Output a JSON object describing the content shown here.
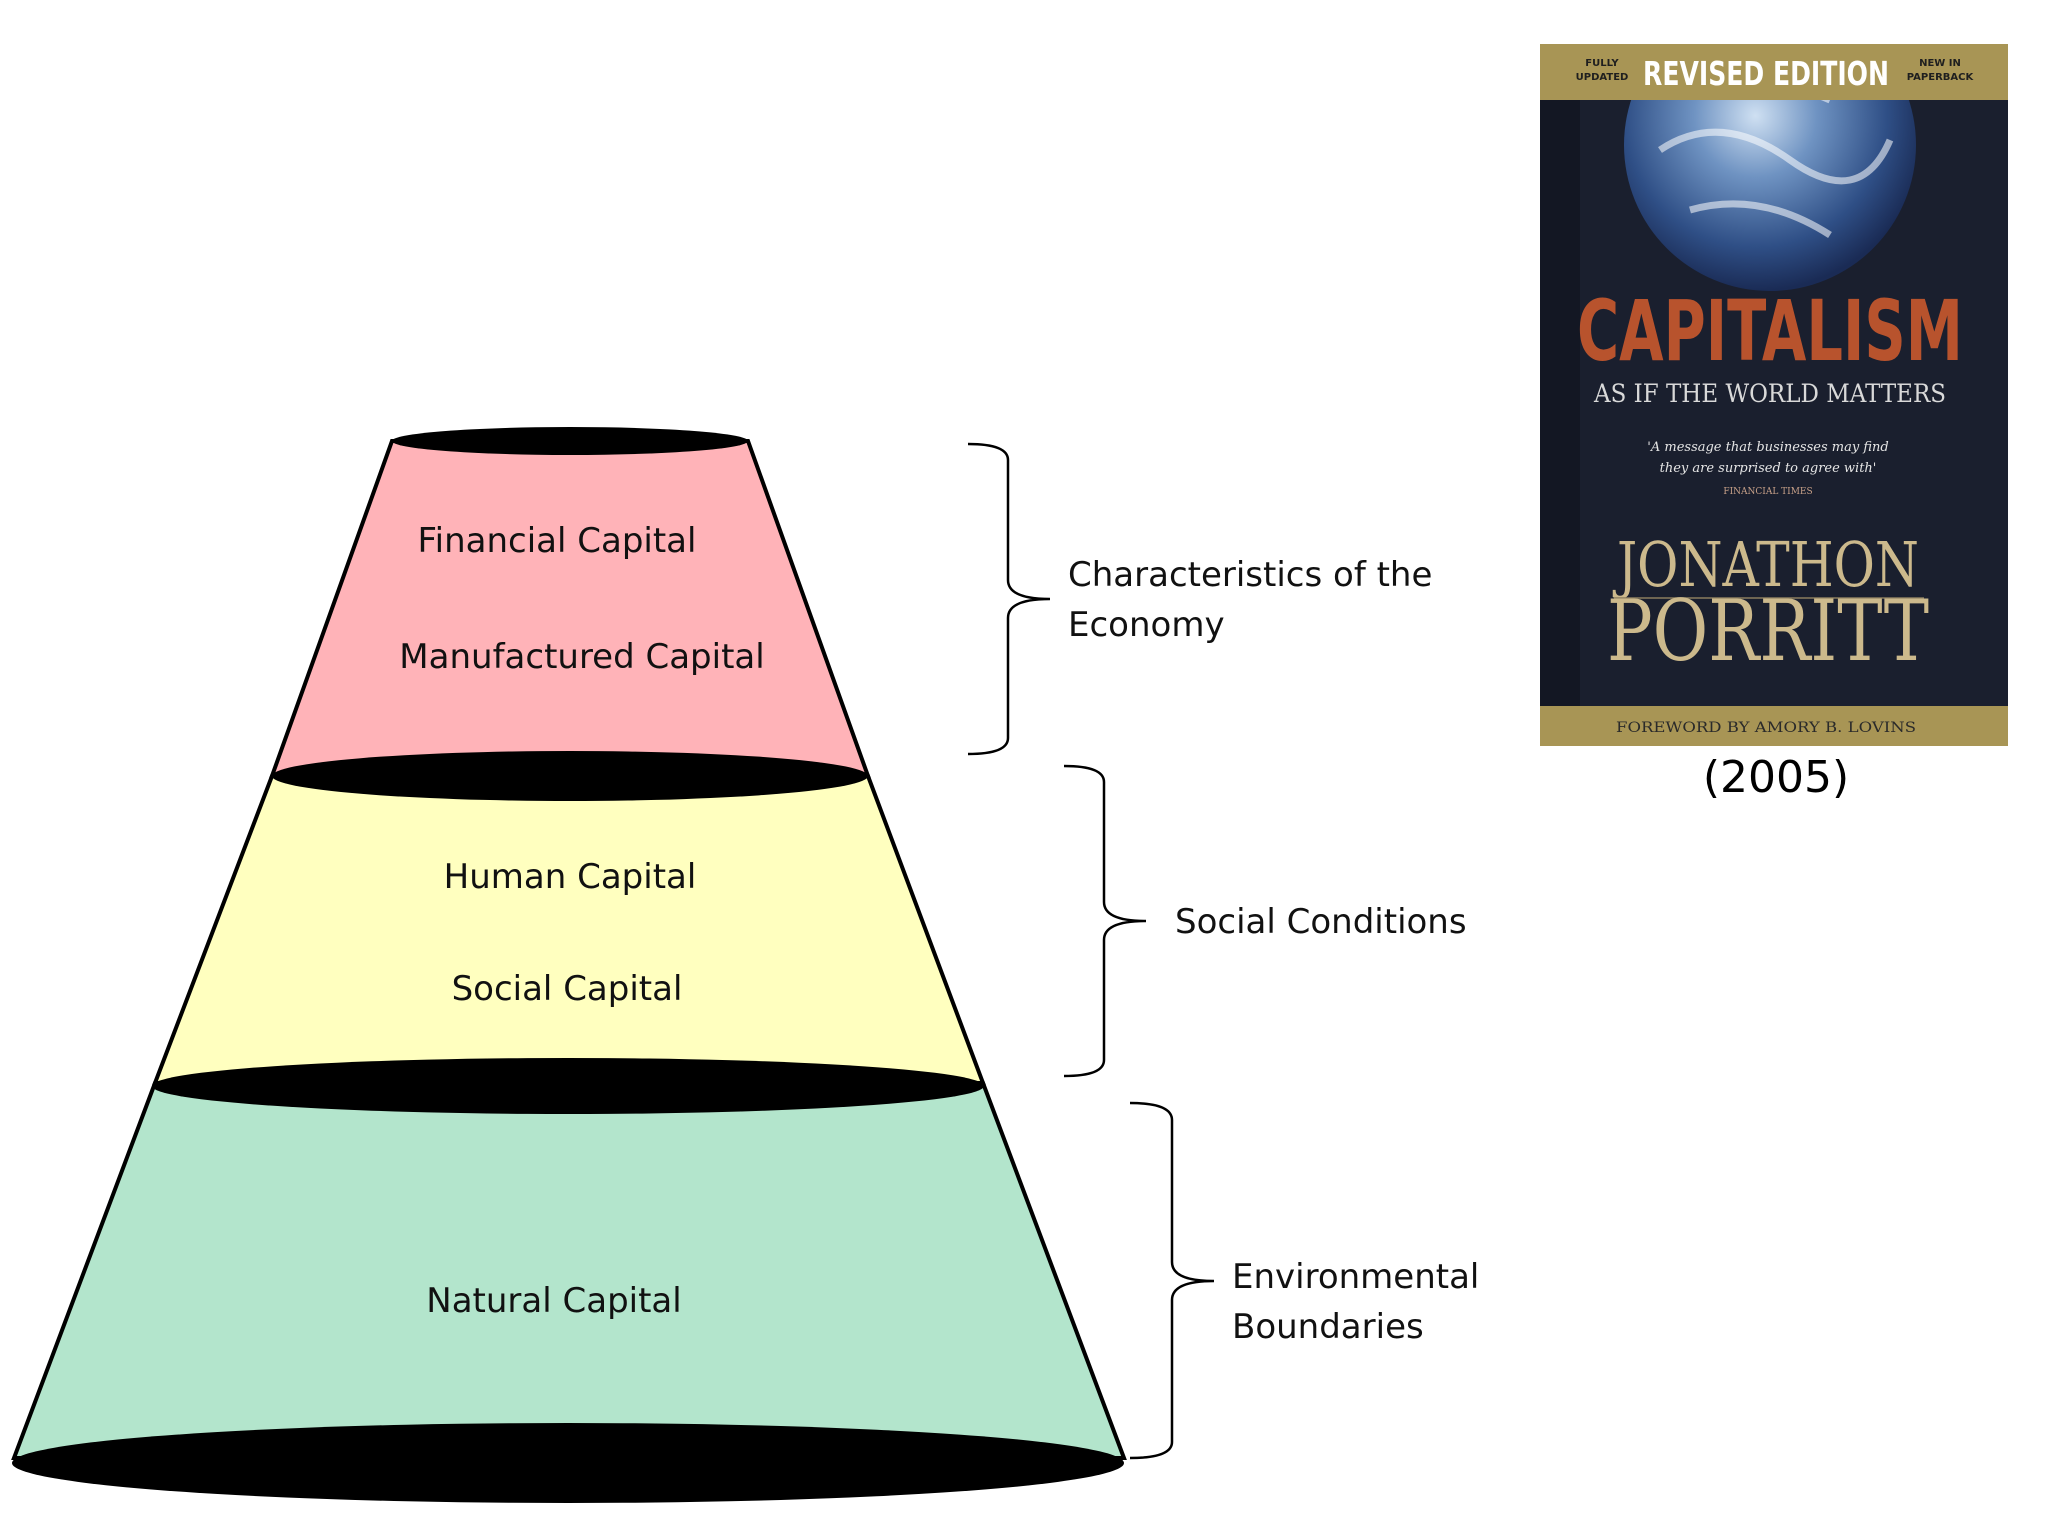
{
  "pyramid": {
    "tiers": [
      {
        "labels": [
          "Financial Capital",
          "Manufactured Capital"
        ],
        "color": "#ffb3b8"
      },
      {
        "labels": [
          "Human Capital",
          "Social Capital"
        ],
        "color": "#ffffbf"
      },
      {
        "labels": [
          "Natural Capital"
        ],
        "color": "#b3e5cc"
      }
    ],
    "ring_color": "#000000"
  },
  "brackets": [
    {
      "lines": [
        "Characteristics of the",
        "Economy"
      ]
    },
    {
      "lines": [
        "Social Conditions"
      ]
    },
    {
      "lines": [
        "Environmental",
        "Boundaries"
      ]
    }
  ],
  "book": {
    "banner_left": [
      "FULLY",
      "UPDATED"
    ],
    "banner_center": "REVISED EDITION",
    "banner_right": [
      "NEW IN",
      "PAPERBACK"
    ],
    "title": "CAPITALISM",
    "subtitle": "AS IF THE WORLD MATTERS",
    "quote": [
      "'A message that businesses may find",
      "they are surprised to agree with'"
    ],
    "quote_source": "FINANCIAL TIMES",
    "author_first": "JONATHON",
    "author_last": "PORRITT",
    "foreword": "FOREWORD BY AMORY B. LOVINS",
    "year": "(2005)",
    "colors": {
      "cover": "#1a1f2e",
      "banner": "#a89555",
      "title": "#b8532d",
      "author": "#ccb98c"
    }
  }
}
